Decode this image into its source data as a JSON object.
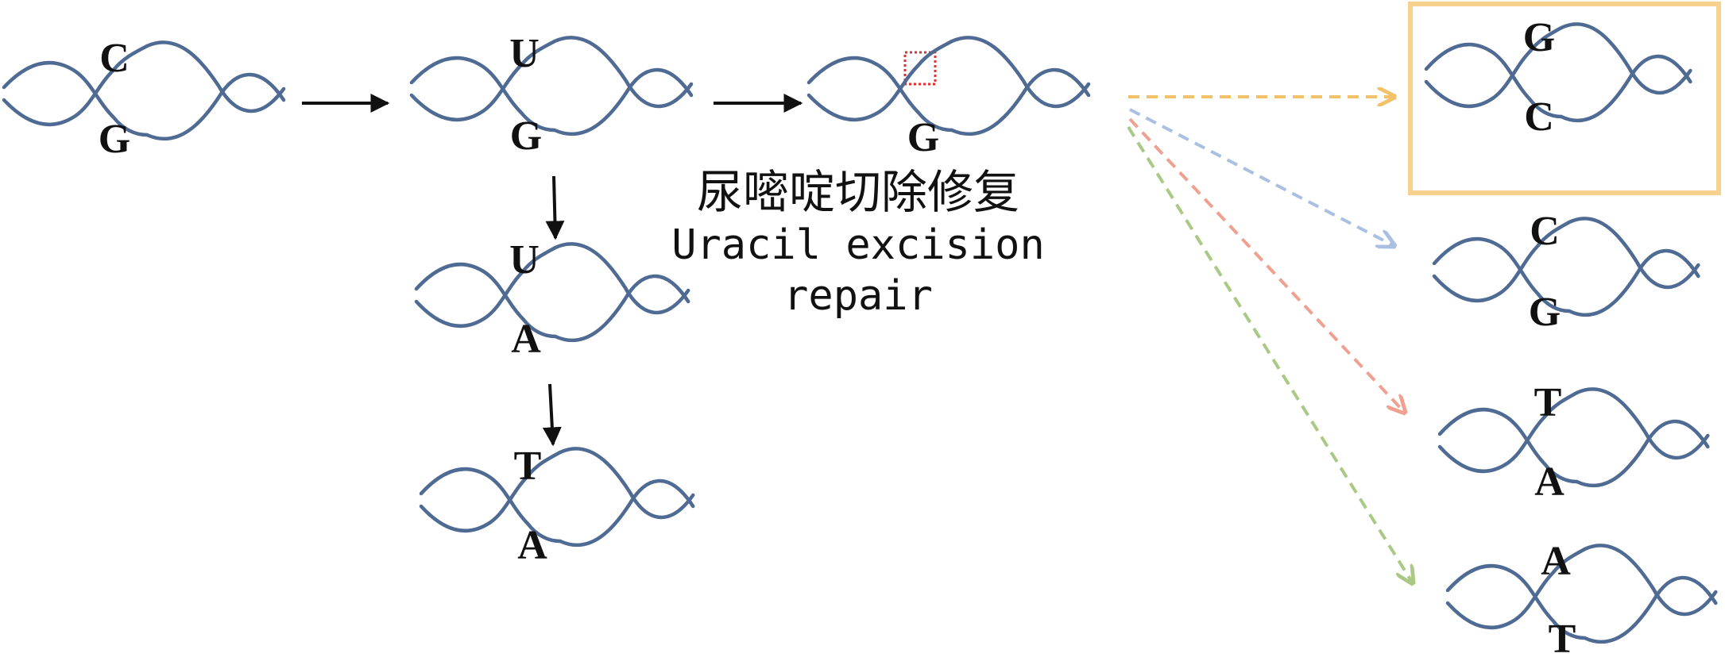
{
  "caption": {
    "chinese": "尿嘧啶切除修复",
    "english_line1": "Uracil excision",
    "english_line2": "repair"
  },
  "pathway": {
    "original": {
      "top": "C",
      "bottom": "G"
    },
    "deaminated": {
      "top": "U",
      "bottom": "G"
    },
    "replicated_1": {
      "top": "U",
      "bottom": "A"
    },
    "replicated_2": {
      "top": "T",
      "bottom": "A"
    },
    "abasic": {
      "top": "",
      "bottom": "G"
    }
  },
  "outcomes": [
    {
      "top": "G",
      "bottom": "C",
      "highlighted": true,
      "arrow_color": "#f2c26b"
    },
    {
      "top": "C",
      "bottom": "G",
      "highlighted": false,
      "arrow_color": "#a9c0e2"
    },
    {
      "top": "T",
      "bottom": "A",
      "highlighted": false,
      "arrow_color": "#f0a090"
    },
    {
      "top": "A",
      "bottom": "T",
      "highlighted": false,
      "arrow_color": "#a9c985"
    }
  ],
  "colors": {
    "strand": "#4f6b94",
    "highlight_box": "#f6d28e",
    "abasic_site": "#e03030",
    "arrow": "#111111"
  }
}
